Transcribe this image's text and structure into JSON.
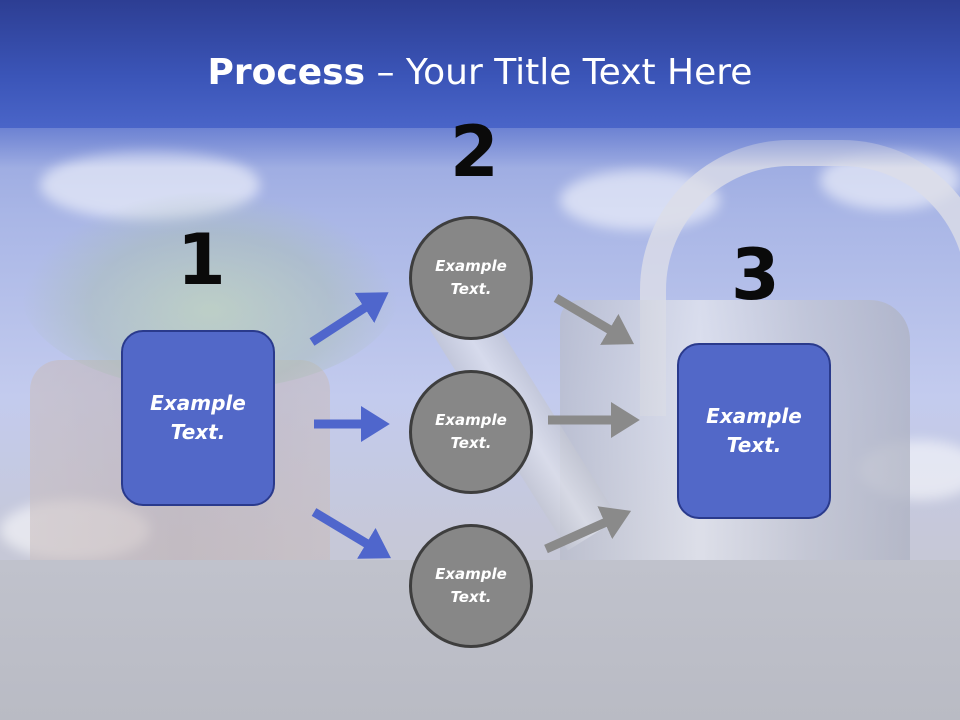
{
  "title": {
    "bold": "Process",
    "rest": " – Your Title Text Here"
  },
  "steps": [
    {
      "number": "1",
      "text": "Example\nText."
    },
    {
      "number": "2",
      "text": "Example\nText."
    },
    {
      "number": "3",
      "text": "Example\nText."
    }
  ],
  "middle_items": [
    {
      "text": "Example\nText."
    },
    {
      "text": "Example\nText."
    },
    {
      "text": "Example\nText."
    }
  ],
  "colors": {
    "title_band": "#3b55b8",
    "box_fill": "#5268c8",
    "circle_fill": "#878787",
    "arrow_blue": "#4f66cc",
    "arrow_gray": "#8a8a8a"
  },
  "icons": [
    "arrow-right-icon"
  ]
}
